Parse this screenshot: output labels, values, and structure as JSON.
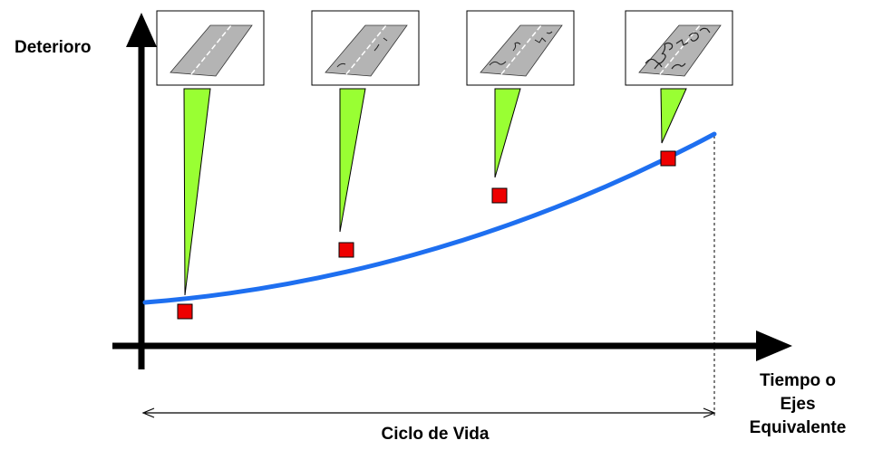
{
  "labels": {
    "y_axis": "Deterioro",
    "x_axis": [
      "Tiempo o",
      "Ejes",
      "Equivalente"
    ],
    "cycle": "Ciclo de Vida"
  },
  "colors": {
    "curve": "#1e6ff0",
    "marker": "#ee0000",
    "callout": "#99ff33",
    "road": "#b4b4b4",
    "axis": "#000000"
  },
  "stages": [
    {
      "road_image": "road-no-cracks",
      "crack_level": "none"
    },
    {
      "road_image": "road-light-cracks",
      "crack_level": "light"
    },
    {
      "road_image": "road-moderate-cracks",
      "crack_level": "moderate"
    },
    {
      "road_image": "road-severe-cracks",
      "crack_level": "severe"
    }
  ]
}
